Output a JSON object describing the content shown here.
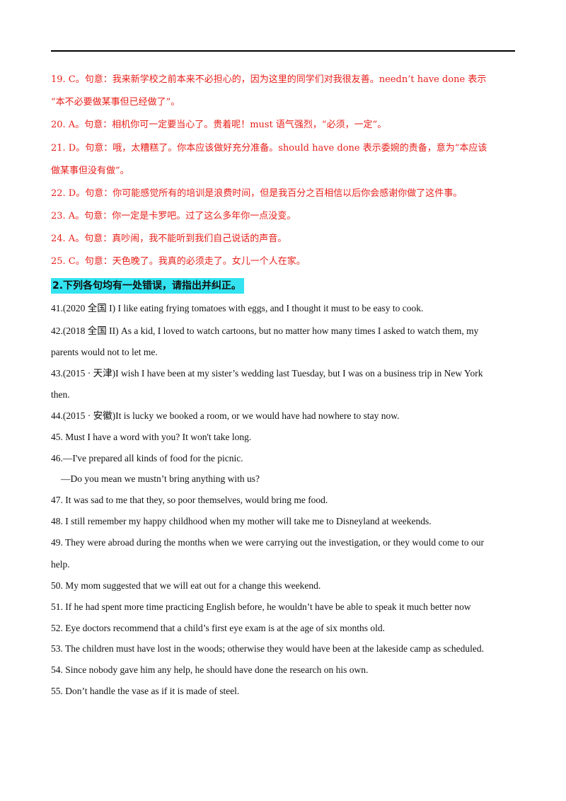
{
  "answers": [
    "19. C。句意：我来新学校之前本来不必担心的，因为这里的同学们对我很友善。needn’t have done 表示",
    "“本不必要做某事但已经做了”。",
    "20. A。句意：相机你可一定要当心了。贵着呢！must 语气强烈，“必须，一定”。",
    "21. D。句意：哦，太糟糕了。你本应该做好充分准备。should have done 表示委婉的责备，意为“本应该",
    "做某事但没有做”。",
    "22. D。句意：你可能感觉所有的培训是浪费时间，但是我百分之百相信以后你会感谢你做了这件事。",
    "23. A。句意：你一定是卡罗吧。过了这么多年你一点没变。",
    "24. A。句意：真吵闹，我不能听到我们自己说话的声音。",
    "25. C。句意：天色晚了。我真的必须走了。女儿一个人在家。"
  ],
  "section_heading": "2.下列各句均有一处错误，请指出并纠正。",
  "exercises": [
    "41.(2020 全国 I)  I like eating frying tomatoes with eggs, and I thought it must to be easy to cook.",
    "42.(2018 全国 II)  As a  kid, I loved to watch cartoons, but no matter how many times I asked to watch them, my",
    "parents would not to let me.",
    "43.(2015 · 天津)I wish I have  been at my sister’s wedding last Tuesday, but I was on a business trip in New York",
    "then.",
    "44.(2015 · 安徽)It is lucky we booked a room, or we would have had nowhere to stay now.",
    "45. Must I have a word with you? It won't take long.",
    "46.—I've prepared all kinds of food for the picnic.",
    "—Do you mean we  mustn’t  bring anything with us?",
    "47. It was sad to me that they, so poor themselves, would bring me food.",
    "48. I still remember my happy childhood when my mother  will  take me to Disneyland at weekends.",
    "49. They were abroad during the months when we were carrying out the investigation, or they  would  come  to our",
    "help.",
    "50. My mom suggested  that we  will  eat out for a change this weekend.",
    "51. If he had spent more time practicing English before, he  wouldn’t  have  be  able to speak it much better now",
    "52. Eye doctors recommend that a child’s first eye exam  is  at the age of six months old.",
    "53. The children  must  have  lost in the woods; otherwise they would have been at the lakeside camp as scheduled.",
    "54. Since nobody gave him any help, he  should  have done the research on his own.",
    "55. Don’t handle the vase as if it  is  made of steel."
  ]
}
